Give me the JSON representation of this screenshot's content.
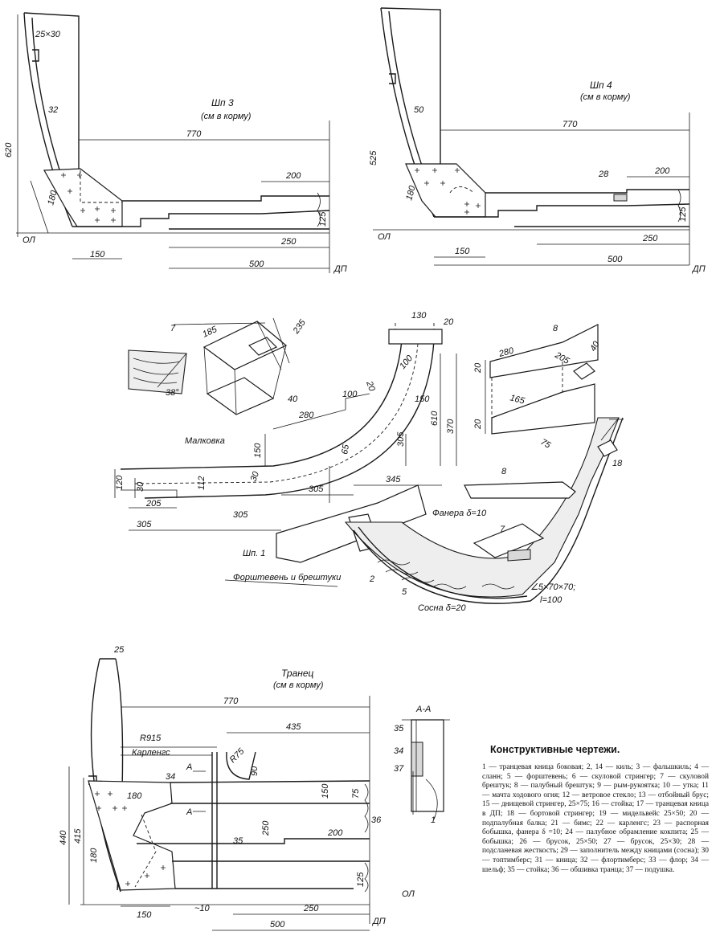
{
  "frame3": {
    "title": "Шп 3",
    "subtitle": "(см в корму)",
    "dims": {
      "d25x30": "25×30",
      "d32": "32",
      "d620": "620",
      "d770": "770",
      "d200": "200",
      "d180": "180",
      "d125": "125",
      "d250": "250",
      "d150": "150",
      "d500": "500"
    },
    "baseline": "ОЛ",
    "centerline": "ДП"
  },
  "frame4": {
    "title": "Шп 4",
    "subtitle": "(см в корму)",
    "dims": {
      "d50": "50",
      "d525": "525",
      "d770": "770",
      "d28": "28",
      "d200": "200",
      "d180": "180",
      "d125": "125",
      "d150": "150",
      "d250": "250",
      "d500": "500"
    },
    "baseline": "ОЛ",
    "centerline": "ДП"
  },
  "stem": {
    "caption": "Форштевень и брештуки",
    "malkovka": "Малковка",
    "plywood": "Фанера δ=10",
    "pine": "Сосна δ=20",
    "angle": "∠5×70×70;",
    "angle_l": "l=100",
    "frame1": "Шп. 1",
    "parts": {
      "p7a": "7",
      "p8a": "8",
      "p8b": "8",
      "p7b": "7",
      "p18": "18",
      "p2": "2",
      "p5": "5"
    },
    "dims": {
      "d185": "185",
      "d235": "235",
      "d38": "38°",
      "d40": "40",
      "d280": "280",
      "d130": "130",
      "d20a": "20",
      "d100": "100",
      "d20b": "20",
      "d100b": "100",
      "d150": "150",
      "d610": "610",
      "d370": "370",
      "d305": "305",
      "d150b": "150",
      "d65": "65",
      "d120": "120",
      "d30": "30",
      "d112": "112",
      "d30b": "30",
      "d305b": "305",
      "d345": "345",
      "d205": "205",
      "d305c": "305",
      "d305d": "305",
      "d280b": "280",
      "d205b": "205",
      "d40b": "40",
      "d20c": "20",
      "d165": "165",
      "d20d": "20",
      "d75": "75"
    }
  },
  "transom": {
    "title": "Транец",
    "subtitle": "(см в корму)",
    "karlengs": "Карленгс",
    "section": "А-А",
    "markA1": "А",
    "markA2": "А",
    "dims": {
      "d25": "25",
      "d770": "770",
      "r915": "R915",
      "d435": "435",
      "r75": "R75",
      "d90": "90",
      "d34": "34",
      "d180": "180",
      "d150": "150",
      "d75": "75",
      "d250": "250",
      "d440": "440",
      "d415": "415",
      "d180b": "180",
      "d200": "200",
      "d35": "35",
      "d36": "36",
      "d125": "125",
      "d150b": "150",
      "d10": "~10",
      "d250b": "250",
      "d500": "500"
    },
    "sec_parts": {
      "s35": "35",
      "s34": "34",
      "s37": "37",
      "s1": "1"
    },
    "baseline": "ОЛ",
    "centerline": "ДП"
  },
  "legend": {
    "title": "Конструктивные чертежи.",
    "text": "1 — транцевая кница боковая; 2, 14 — киль; 3 — фальшкиль; 4 — сланн; 5 — форштевень; 6 — скуловой стрингер; 7 — скуловой брештук; 8 — палубный брештук; 9 — рым-рукоятка; 10 — утка; 11 — мачта ходового огня; 12 — ветровое стекло; 13 — отбойный брус; 15 — днищевой стрингер, 25×75; 16 — стойка; 17 — транцевая кница в ДП; 18 — бортовой стрингер; 19 — мидельвейс 25×50; 20 — подпалубная балка; 21 — бимс; 22 — карленгс; 23 — распорная бобышка, фанера δ =10; 24 — палубное обрамление кокпита; 25 — бобышка; 26 — брусок, 25×50; 27 — брусок, 25×30; 28 — подсланевая жесткость; 29 — заполнитель между кницами (сосна); 30 — топтимберс; 31 — кница; 32 — флортимберс; 33 — флор; 34 — шельф; 35 — стойка; 36 — обшивка транца; 37 — подушка."
  }
}
